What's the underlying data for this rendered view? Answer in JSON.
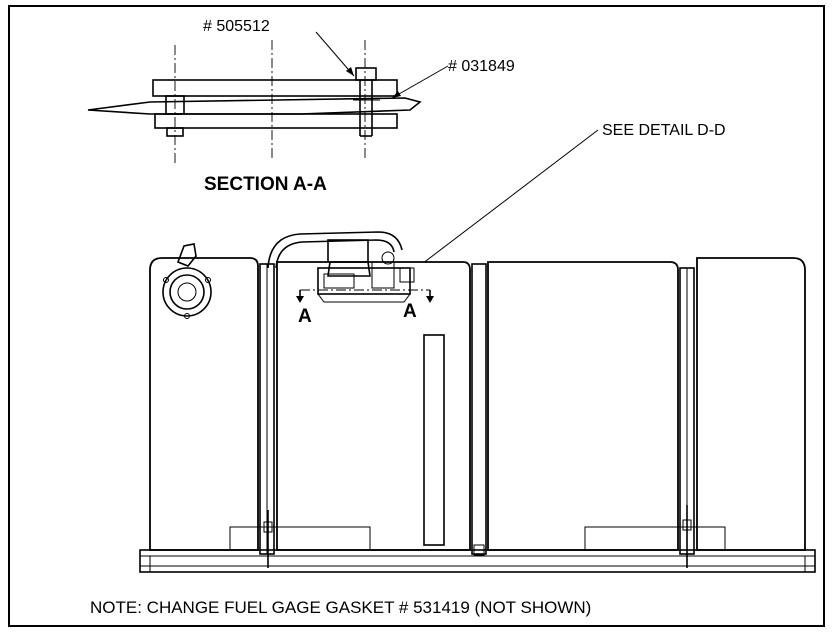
{
  "labels": {
    "part_505512": "# 505512",
    "part_031849": "# 031849",
    "section_title": "SECTION A-A",
    "see_detail": "SEE DETAIL D-D",
    "section_marker_left": "A",
    "section_marker_right": "A",
    "note": "NOTE: CHANGE FUEL GAGE GASKET # 531419 (NOT SHOWN)"
  }
}
